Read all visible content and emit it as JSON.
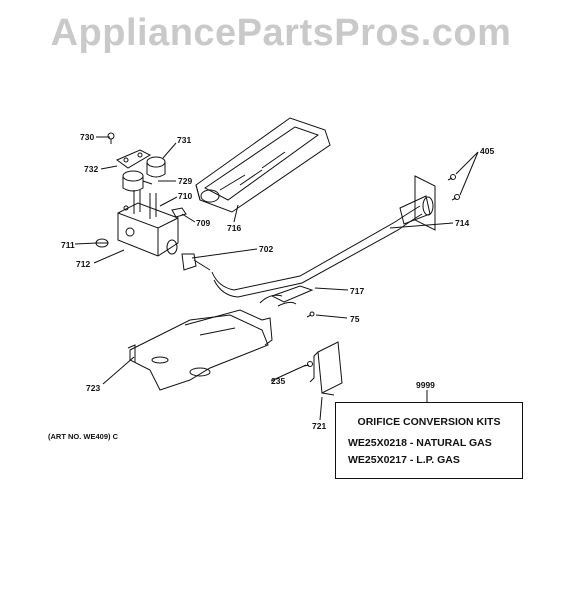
{
  "watermark": "AppliancePartsPros.com",
  "art_number": "(ART NO. WE409) C",
  "callouts": {
    "c730": "730",
    "c731": "731",
    "c732": "732",
    "c729": "729",
    "c710": "710",
    "c709": "709",
    "c716": "716",
    "c711": "711",
    "c712": "712",
    "c702": "702",
    "c714": "714",
    "c405": "405",
    "c717": "717",
    "c75": "75",
    "c723": "723",
    "c235": "235",
    "c721": "721",
    "c9999": "9999"
  },
  "kit": {
    "title": "ORIFICE CONVERSION KITS",
    "rows": [
      {
        "part": "WE25X0218",
        "desc": "- NATURAL GAS"
      },
      {
        "part": "WE25X0217",
        "desc": "- L.P. GAS"
      }
    ]
  }
}
